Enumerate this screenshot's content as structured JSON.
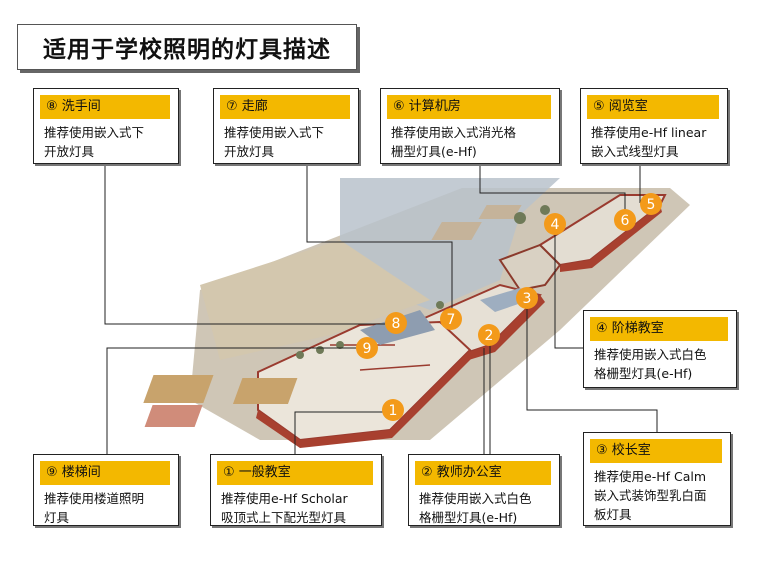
{
  "title": "适用于学校照明的灯具描述",
  "callouts": {
    "c8": {
      "header": "⑧ 洗手间",
      "body": "推荐使用嵌入式下\n开放灯具"
    },
    "c7": {
      "header": "⑦ 走廊",
      "body": "推荐使用嵌入式下\n开放灯具"
    },
    "c6": {
      "header": "⑥ 计算机房",
      "body": "推荐使用嵌入式消光格\n栅型灯具(e-Hf)"
    },
    "c5": {
      "header": "⑤ 阅览室",
      "body": "推荐使用e-Hf linear\n嵌入式线型灯具"
    },
    "c4": {
      "header": "④ 阶梯教室",
      "body": "推荐使用嵌入式白色\n格栅型灯具(e-Hf)"
    },
    "c3": {
      "header": "③ 校长室",
      "body": "推荐使用e-Hf Calm\n嵌入式装饰型乳白面\n板灯具"
    },
    "c9": {
      "header": "⑨ 楼梯间",
      "body": "推荐使用楼道照明\n灯具"
    },
    "c1": {
      "header": "① 一般教室",
      "body": "推荐使用e-Hf Scholar\n吸顶式上下配光型灯具"
    },
    "c2": {
      "header": "② 教师办公室",
      "body": "推荐使用嵌入式白色\n格栅型灯具(e-Hf)"
    }
  },
  "markers": {
    "m1": "1",
    "m2": "2",
    "m3": "3",
    "m4": "4",
    "m5": "5",
    "m6": "6",
    "m7": "7",
    "m8": "8",
    "m9": "9"
  },
  "colors": {
    "accent": "#f3b800",
    "marker": "#f39a1a",
    "ground": "#c9bfae",
    "sky_plane": "#b9c3cc",
    "roof_wall": "#a33a2e",
    "floor": "#ddd6c8"
  }
}
